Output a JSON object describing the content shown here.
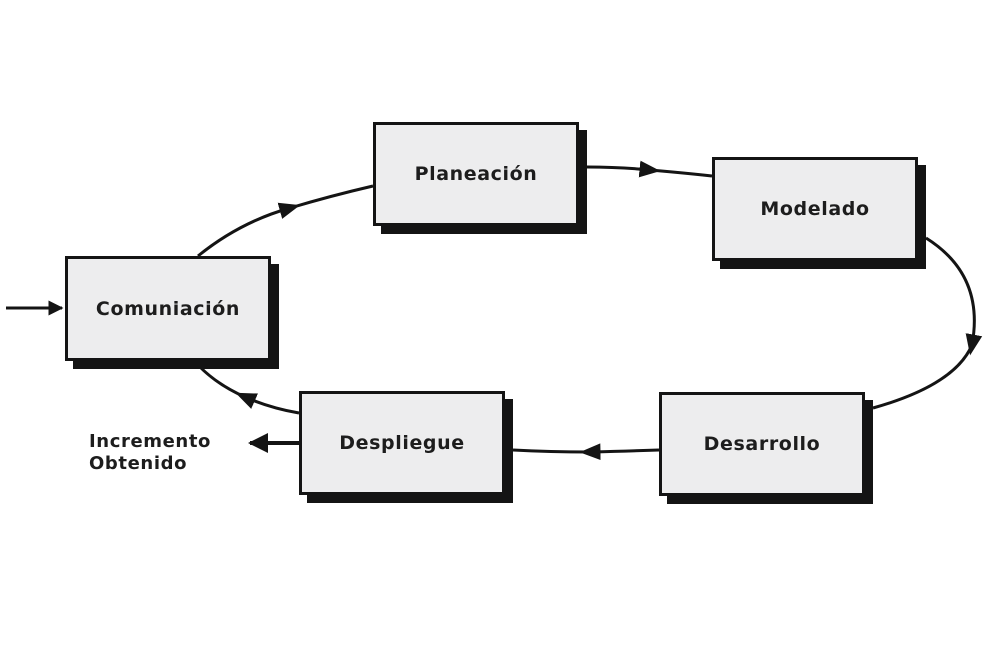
{
  "diagram": {
    "nodes": {
      "comunicacion": "Comuniación",
      "planeacion": "Planeación",
      "modelado": "Modelado",
      "desarrollo": "Desarrollo",
      "despliegue": "Despliegue"
    },
    "output_label": {
      "line1": "Incremento",
      "line2": "Obtenido"
    },
    "edges": [
      {
        "from": "input",
        "to": "comunicacion"
      },
      {
        "from": "comunicacion",
        "to": "planeacion"
      },
      {
        "from": "planeacion",
        "to": "modelado"
      },
      {
        "from": "modelado",
        "to": "desarrollo"
      },
      {
        "from": "desarrollo",
        "to": "despliegue"
      },
      {
        "from": "despliegue",
        "to": "comunicacion"
      },
      {
        "from": "despliegue",
        "to": "output"
      }
    ],
    "colors": {
      "stroke": "#141414",
      "box_fill": "#ededee",
      "text": "#1d1d1d"
    }
  }
}
